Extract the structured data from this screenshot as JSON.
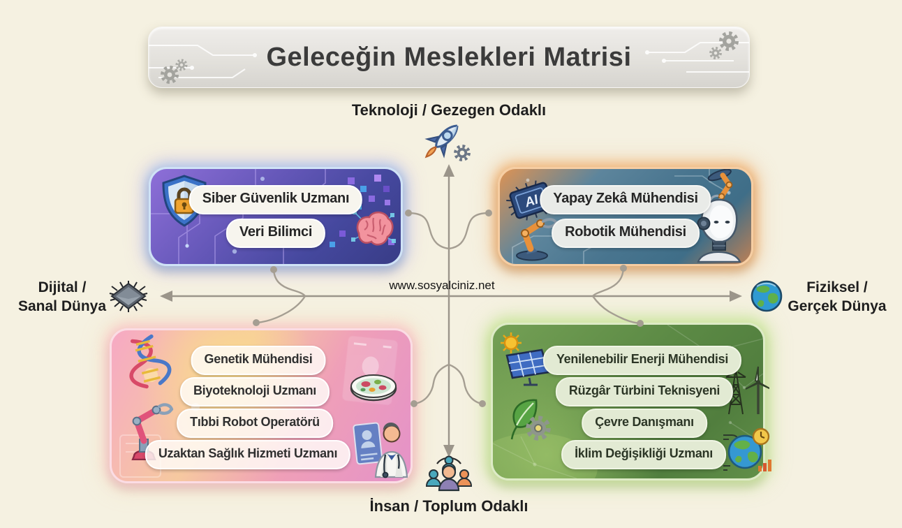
{
  "title": "Geleceğin Meslekleri Matrisi",
  "watermark": "www.sosyalciniz.net",
  "axes": {
    "top": {
      "label": "Teknoloji / Gezegen Odaklı",
      "icon": "rocket-gear-icon"
    },
    "bottom": {
      "label": "İnsan / Toplum Odaklı",
      "icon": "people-group-icon"
    },
    "left": {
      "line1": "Dijital /",
      "line2": "Sanal Dünya",
      "icon": "microchip-icon"
    },
    "right": {
      "line1": "Fiziksel /",
      "line2": "Gerçek Dünya",
      "icon": "globe-icon"
    }
  },
  "quadrants": {
    "top_left": {
      "items": [
        "Siber Güvenlik Uzmanı",
        "Veri Bilimci"
      ],
      "icons": [
        "shield-lock-icon",
        "brain-circuit-icon",
        "pixel-squares"
      ],
      "colors": {
        "bg_from": "#8e6fd8",
        "bg_to": "#383c86",
        "glow": "#9cc2ee"
      }
    },
    "top_right": {
      "items": [
        "Yapay Zekâ Mühendisi",
        "Robotik Mühendisi"
      ],
      "icons": [
        "ai-chip-icon",
        "robot-arm-icon",
        "robot-arm-icon",
        "robot-head-icon"
      ],
      "colors": {
        "bg_from": "#dd9354",
        "bg_to": "#3f6e88",
        "glow": "#f0a060"
      }
    },
    "bottom_left": {
      "items": [
        "Genetik Mühendisi",
        "Biyoteknoloji Uzmanı",
        "Tıbbi Robot Operatörü",
        "Uzaktan Sağlık Hizmeti Uzmanı"
      ],
      "icons": [
        "dna-icon",
        "medical-robot-arm-icon",
        "petri-dish-icon",
        "telehealth-doctor-icon"
      ],
      "colors": {
        "bg_from": "#f6a9c4",
        "bg_to": "#e492c8",
        "glow": "#f8c2cf"
      }
    },
    "bottom_right": {
      "items": [
        "Yenilenebilir Enerji Mühendisi",
        "Rüzgâr Türbini Teknisyeni",
        "Çevre Danışmanı",
        "İklim Değişikliği Uzmanı"
      ],
      "icons": [
        "solar-panel-sun-icon",
        "power-tower-wind-turbine-icon",
        "leaf-gear-icon",
        "globe-stats-icon"
      ],
      "colors": {
        "bg_from": "#74a055",
        "bg_to": "#517e3e",
        "glow": "#cde6a2"
      }
    }
  }
}
